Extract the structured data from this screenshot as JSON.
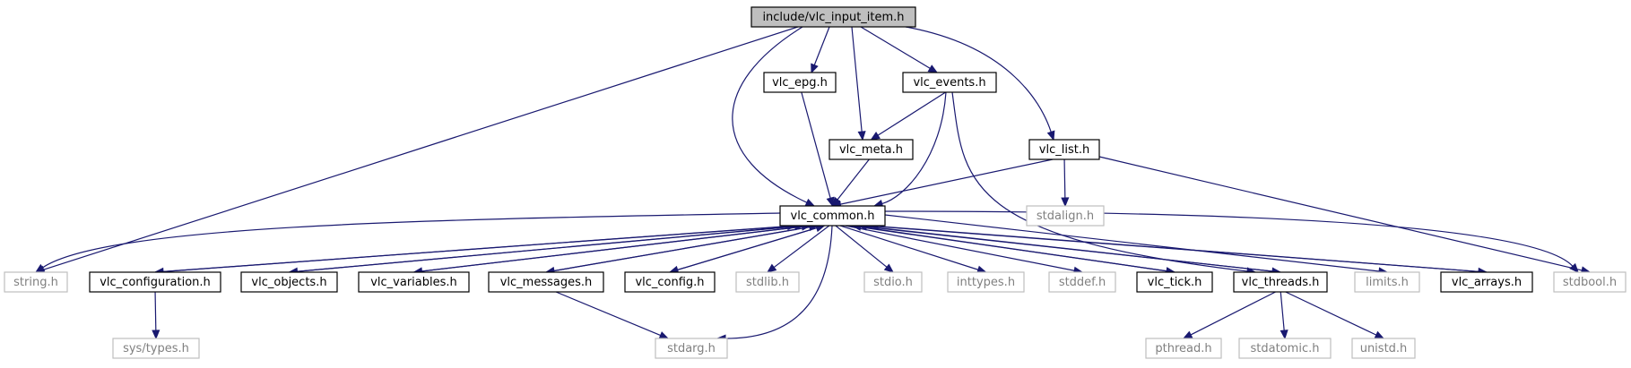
{
  "graph": {
    "root": "include/vlc_input_item.h",
    "colors": {
      "edge": "#191970",
      "root_fill": "#bfbfbf",
      "documented_border": "#000000",
      "system_border": "#bfbfbf",
      "system_text": "#808080"
    },
    "nodes": [
      {
        "id": "vlc_input_item",
        "label": "include/vlc_input_item.h",
        "kind": "root"
      },
      {
        "id": "vlc_epg",
        "label": "vlc_epg.h",
        "kind": "doc"
      },
      {
        "id": "vlc_events",
        "label": "vlc_events.h",
        "kind": "doc"
      },
      {
        "id": "vlc_meta",
        "label": "vlc_meta.h",
        "kind": "doc"
      },
      {
        "id": "vlc_list",
        "label": "vlc_list.h",
        "kind": "doc"
      },
      {
        "id": "vlc_common",
        "label": "vlc_common.h",
        "kind": "doc"
      },
      {
        "id": "stdalign",
        "label": "stdalign.h",
        "kind": "sys"
      },
      {
        "id": "string",
        "label": "string.h",
        "kind": "sys"
      },
      {
        "id": "vlc_configuration",
        "label": "vlc_configuration.h",
        "kind": "doc"
      },
      {
        "id": "vlc_objects",
        "label": "vlc_objects.h",
        "kind": "doc"
      },
      {
        "id": "vlc_variables",
        "label": "vlc_variables.h",
        "kind": "doc"
      },
      {
        "id": "vlc_messages",
        "label": "vlc_messages.h",
        "kind": "doc"
      },
      {
        "id": "vlc_config",
        "label": "vlc_config.h",
        "kind": "doc"
      },
      {
        "id": "stdlib",
        "label": "stdlib.h",
        "kind": "sys"
      },
      {
        "id": "stdio",
        "label": "stdio.h",
        "kind": "sys"
      },
      {
        "id": "inttypes",
        "label": "inttypes.h",
        "kind": "sys"
      },
      {
        "id": "stddef",
        "label": "stddef.h",
        "kind": "sys"
      },
      {
        "id": "vlc_tick",
        "label": "vlc_tick.h",
        "kind": "doc"
      },
      {
        "id": "vlc_threads",
        "label": "vlc_threads.h",
        "kind": "doc"
      },
      {
        "id": "limits",
        "label": "limits.h",
        "kind": "sys"
      },
      {
        "id": "vlc_arrays",
        "label": "vlc_arrays.h",
        "kind": "doc"
      },
      {
        "id": "stdbool",
        "label": "stdbool.h",
        "kind": "sys"
      },
      {
        "id": "sys_types",
        "label": "sys/types.h",
        "kind": "sys"
      },
      {
        "id": "stdarg",
        "label": "stdarg.h",
        "kind": "sys"
      },
      {
        "id": "pthread",
        "label": "pthread.h",
        "kind": "sys"
      },
      {
        "id": "stdatomic",
        "label": "stdatomic.h",
        "kind": "sys"
      },
      {
        "id": "unistd",
        "label": "unistd.h",
        "kind": "sys"
      }
    ],
    "edges": [
      {
        "from": "vlc_input_item",
        "to": "string"
      },
      {
        "from": "vlc_input_item",
        "to": "vlc_common"
      },
      {
        "from": "vlc_input_item",
        "to": "vlc_epg"
      },
      {
        "from": "vlc_input_item",
        "to": "vlc_meta"
      },
      {
        "from": "vlc_input_item",
        "to": "vlc_events"
      },
      {
        "from": "vlc_input_item",
        "to": "vlc_list"
      },
      {
        "from": "vlc_epg",
        "to": "vlc_common"
      },
      {
        "from": "vlc_events",
        "to": "vlc_meta"
      },
      {
        "from": "vlc_events",
        "to": "vlc_common"
      },
      {
        "from": "vlc_events",
        "to": "vlc_threads"
      },
      {
        "from": "vlc_meta",
        "to": "vlc_common"
      },
      {
        "from": "vlc_list",
        "to": "vlc_common"
      },
      {
        "from": "vlc_list",
        "to": "stdalign"
      },
      {
        "from": "vlc_list",
        "to": "stdbool"
      },
      {
        "from": "vlc_common",
        "to": "string"
      },
      {
        "from": "vlc_common",
        "to": "vlc_configuration"
      },
      {
        "from": "vlc_common",
        "to": "vlc_objects"
      },
      {
        "from": "vlc_common",
        "to": "vlc_variables"
      },
      {
        "from": "vlc_common",
        "to": "vlc_messages"
      },
      {
        "from": "vlc_common",
        "to": "vlc_config"
      },
      {
        "from": "vlc_common",
        "to": "stdlib"
      },
      {
        "from": "vlc_common",
        "to": "stdio"
      },
      {
        "from": "vlc_common",
        "to": "inttypes"
      },
      {
        "from": "vlc_common",
        "to": "stddef"
      },
      {
        "from": "vlc_common",
        "to": "vlc_tick"
      },
      {
        "from": "vlc_common",
        "to": "vlc_threads"
      },
      {
        "from": "vlc_common",
        "to": "limits"
      },
      {
        "from": "vlc_common",
        "to": "vlc_arrays"
      },
      {
        "from": "vlc_common",
        "to": "stdbool"
      },
      {
        "from": "vlc_common",
        "to": "stdarg"
      },
      {
        "from": "vlc_configuration",
        "to": "vlc_common"
      },
      {
        "from": "vlc_configuration",
        "to": "sys_types"
      },
      {
        "from": "vlc_objects",
        "to": "vlc_common"
      },
      {
        "from": "vlc_variables",
        "to": "vlc_common"
      },
      {
        "from": "vlc_messages",
        "to": "vlc_common"
      },
      {
        "from": "vlc_messages",
        "to": "stdarg"
      },
      {
        "from": "vlc_config",
        "to": "vlc_common"
      },
      {
        "from": "vlc_tick",
        "to": "vlc_common"
      },
      {
        "from": "vlc_threads",
        "to": "vlc_common"
      },
      {
        "from": "vlc_threads",
        "to": "pthread"
      },
      {
        "from": "vlc_threads",
        "to": "stdatomic"
      },
      {
        "from": "vlc_threads",
        "to": "unistd"
      },
      {
        "from": "vlc_arrays",
        "to": "vlc_common"
      }
    ]
  }
}
